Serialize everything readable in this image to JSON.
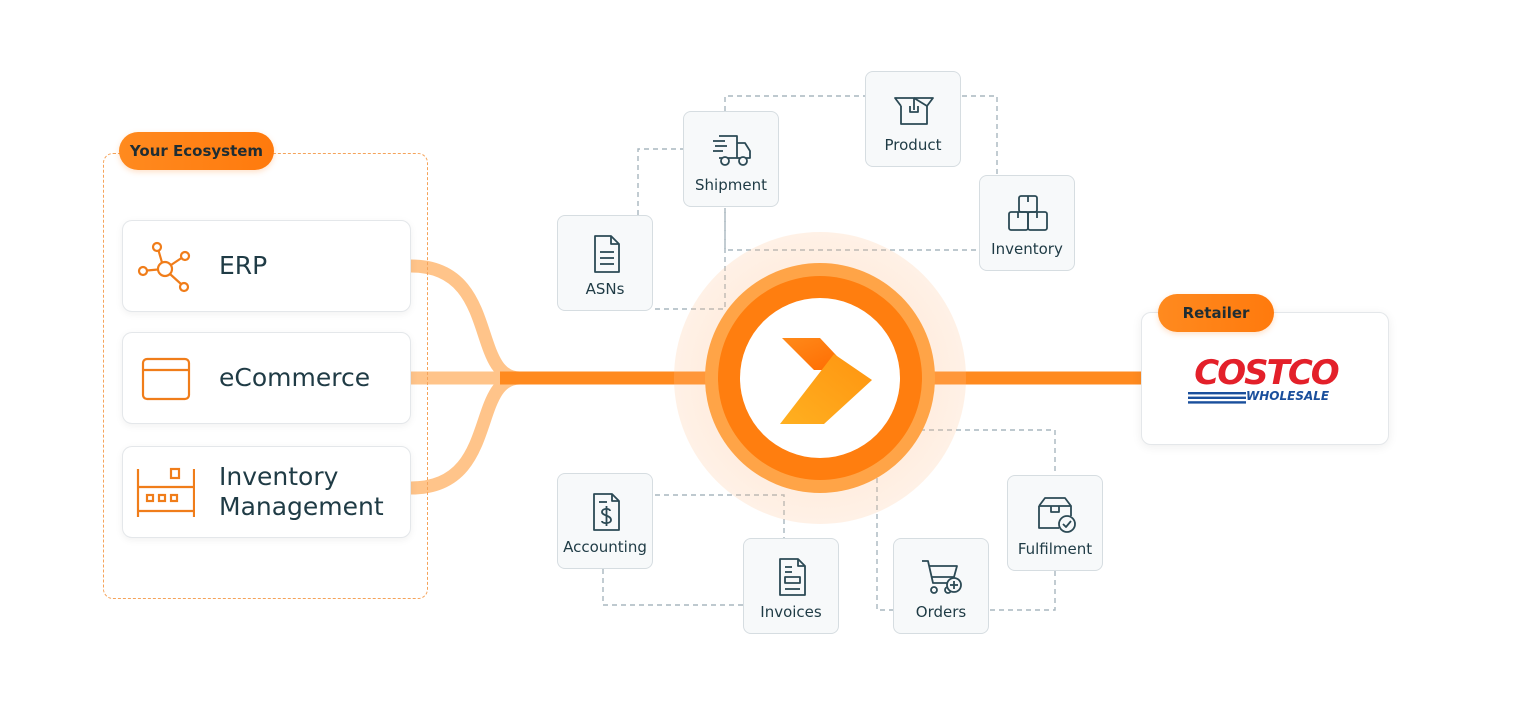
{
  "ecosystem": {
    "badge": "Your Ecosystem",
    "items": [
      {
        "label": "ERP",
        "icon": "network-nodes-icon"
      },
      {
        "label": "eCommerce",
        "icon": "browser-window-icon"
      },
      {
        "label": "Inventory\nManagement",
        "icon": "warehouse-shelf-icon"
      }
    ]
  },
  "services": [
    {
      "id": "shipment",
      "label": "Shipment",
      "icon": "delivery-truck-icon"
    },
    {
      "id": "product",
      "label": "Product",
      "icon": "open-box-icon"
    },
    {
      "id": "asns",
      "label": "ASNs",
      "icon": "document-icon"
    },
    {
      "id": "inventory",
      "label": "Inventory",
      "icon": "stacked-boxes-icon"
    },
    {
      "id": "accounting",
      "label": "Accounting",
      "icon": "dollar-document-icon"
    },
    {
      "id": "invoices",
      "label": "Invoices",
      "icon": "invoice-document-icon"
    },
    {
      "id": "orders",
      "label": "Orders",
      "icon": "cart-add-icon"
    },
    {
      "id": "fulfilment",
      "label": "Fulfilment",
      "icon": "box-check-icon"
    }
  ],
  "hub": {
    "icon": "chevron-arrow-logo-icon"
  },
  "retailer": {
    "badge": "Retailer",
    "logo_name": "COSTCO",
    "logo_sub": "WHOLESALE"
  },
  "colors": {
    "accent": "#ff7e0f",
    "accent_light": "#ffc48a",
    "dashed_line": "#a9b7bf",
    "text": "#1f3b45",
    "costco_red": "#e3202a",
    "costco_blue": "#1a4f9c"
  }
}
